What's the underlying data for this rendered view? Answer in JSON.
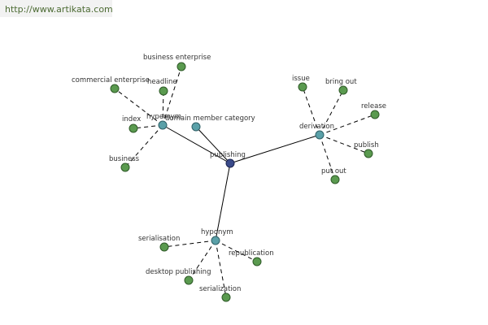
{
  "watermark": {
    "url": "http://www.artikata.com"
  },
  "colors": {
    "center": "#3a4a8a",
    "relation": "#5aa0a8",
    "leaf": "#5a9a4f",
    "edge": "#000000",
    "label": "#333333",
    "watermark_bg": "#f2f2f2",
    "watermark_text": "#4c6b33"
  },
  "graph": {
    "center": {
      "label": "publishing"
    },
    "relations": [
      {
        "id": "hypernym",
        "label": "hypernym",
        "leaves": [
          "business enterprise",
          "commercial enterprise",
          "headline",
          "index",
          "business"
        ]
      },
      {
        "id": "domain-member-category",
        "label": "domain member category",
        "leaves": []
      },
      {
        "id": "derivation",
        "label": "derivation",
        "leaves": [
          "issue",
          "bring out",
          "release",
          "publish",
          "put out"
        ]
      },
      {
        "id": "hyponym",
        "label": "hyponym",
        "leaves": [
          "serialisation",
          "republication",
          "desktop publishing",
          "serialization"
        ]
      }
    ]
  }
}
